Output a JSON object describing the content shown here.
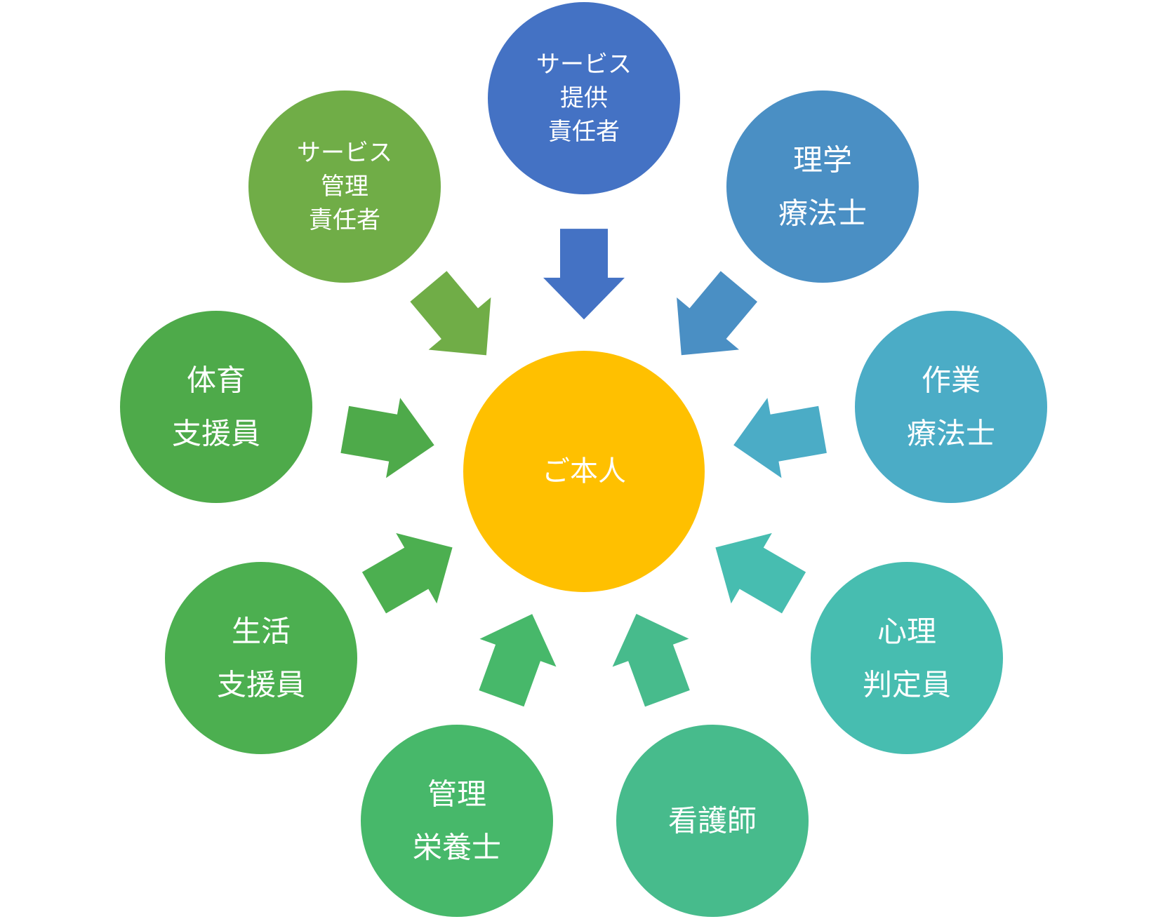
{
  "center": {
    "label_lines": [
      "ご本人"
    ],
    "color": "#FFC000"
  },
  "nodes": [
    {
      "id": "service-provision-manager",
      "label_lines": [
        "サービス",
        "提供",
        "責任者"
      ],
      "color": "#4472C4"
    },
    {
      "id": "physical-therapist",
      "label_lines": [
        "理学",
        "療法士"
      ],
      "color": "#4A8FC4"
    },
    {
      "id": "occupational-therapist",
      "label_lines": [
        "作業",
        "療法士"
      ],
      "color": "#4BACC6"
    },
    {
      "id": "psychologist",
      "label_lines": [
        "心理",
        "判定員"
      ],
      "color": "#47BDB0"
    },
    {
      "id": "nurse",
      "label_lines": [
        "看護師"
      ],
      "color": "#47BB8C"
    },
    {
      "id": "registered-dietitian",
      "label_lines": [
        "管理",
        "栄養士"
      ],
      "color": "#47B86A"
    },
    {
      "id": "life-support-worker",
      "label_lines": [
        "生活",
        "支援員"
      ],
      "color": "#4CAF50"
    },
    {
      "id": "pe-support-worker",
      "label_lines": [
        "体育",
        "支援員"
      ],
      "color": "#4EAA4A"
    },
    {
      "id": "service-manager",
      "label_lines": [
        "サービス",
        "管理",
        "責任者"
      ],
      "color": "#70AD47"
    }
  ]
}
